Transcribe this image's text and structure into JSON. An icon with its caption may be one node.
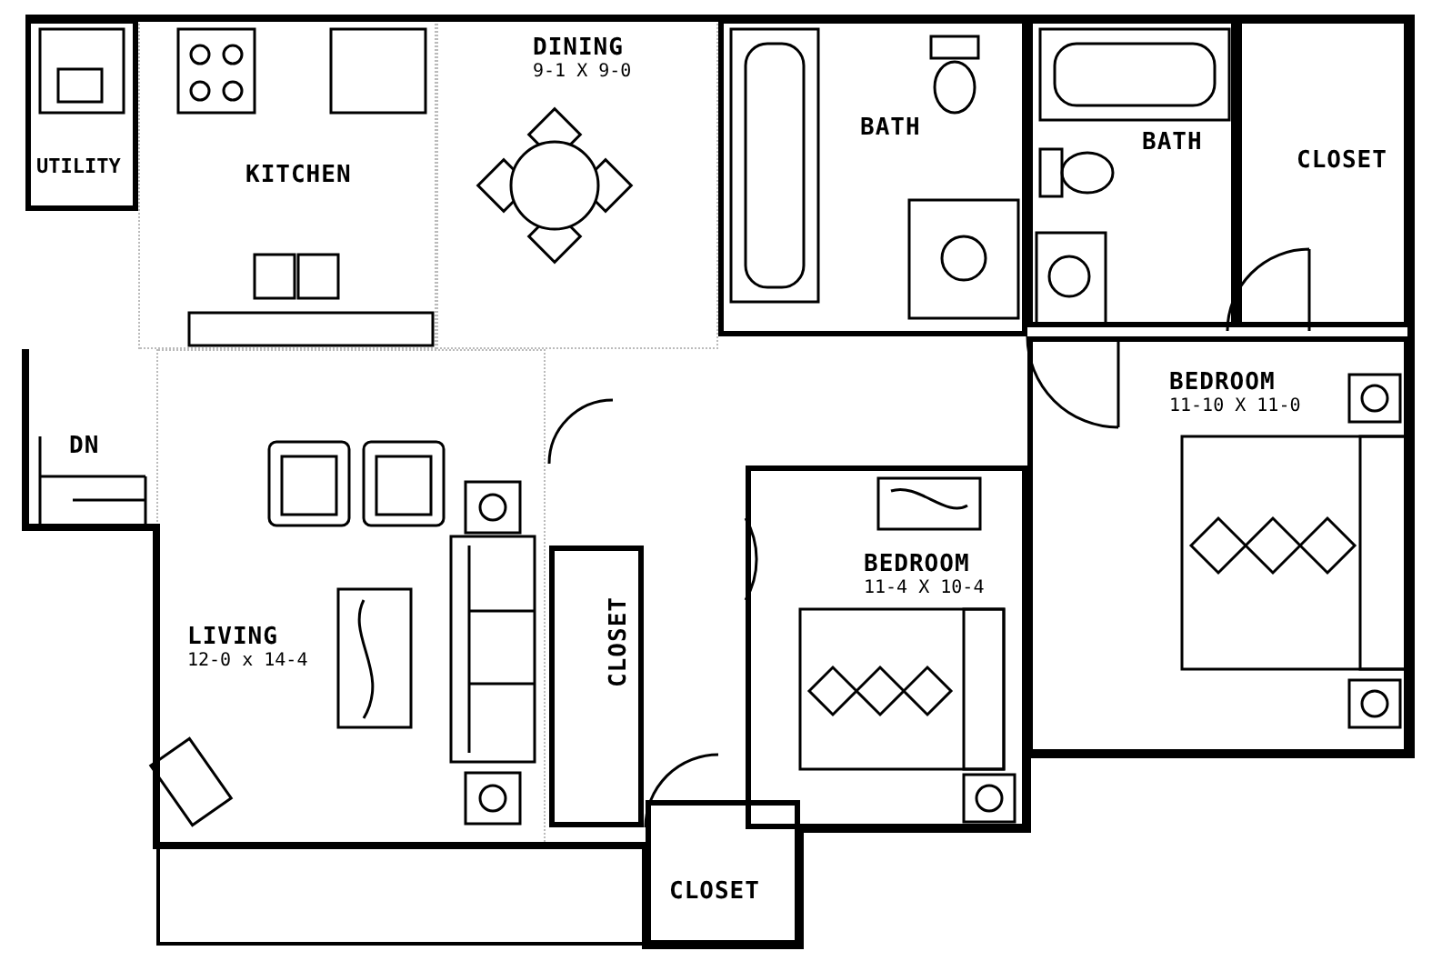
{
  "diagram": {
    "nodes": [
      {
        "text": [
          "UTILITY"
        ]
      },
      {
        "text": [
          "KITCHEN"
        ]
      },
      {
        "text": [
          "DINING",
          "9-1 X 9-0"
        ]
      },
      {
        "text": [
          "BATH"
        ]
      },
      {
        "text": [
          "BATH"
        ]
      },
      {
        "text": [
          "CLOSET"
        ]
      },
      {
        "text": [
          "BEDROOM",
          "11-10 X 11-0"
        ]
      },
      {
        "text": [
          "LIVING",
          "12-0 x 14-4"
        ]
      },
      {
        "text": [
          "CLOSET"
        ]
      },
      {
        "text": [
          "BEDROOM",
          "11-4 X 10-4"
        ]
      },
      {
        "text": [
          "CLOSET"
        ]
      },
      {
        "text": [],
        "shape": "box"
      }
    ],
    "edges": [],
    "labels": [
      "DN"
    ]
  }
}
